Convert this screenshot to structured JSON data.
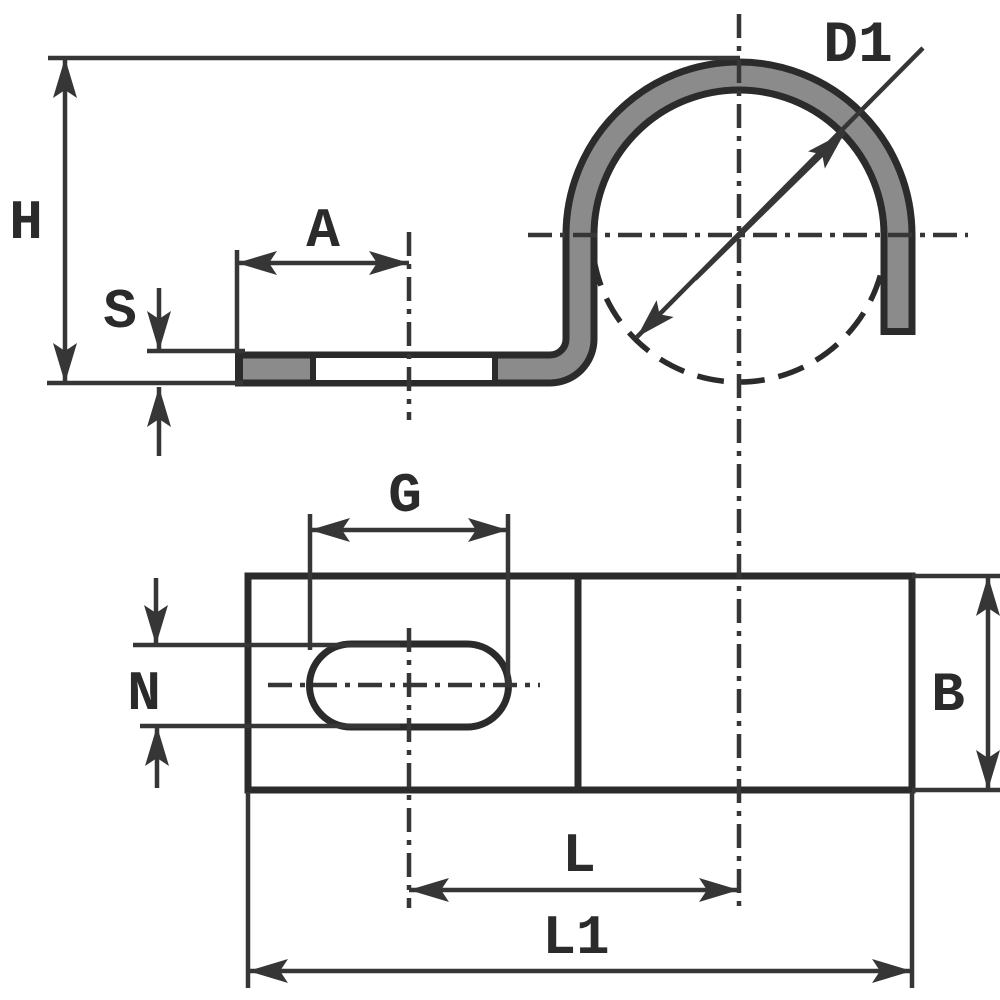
{
  "labels": {
    "H": "H",
    "S": "S",
    "A": "A",
    "D1": "D1",
    "G": "G",
    "N": "N",
    "B": "B",
    "L": "L",
    "L1": "L1"
  },
  "colors": {
    "outline": "#2b2b2b",
    "dimension": "#363636",
    "material": "#8b8b8b",
    "background": "#ffffff"
  }
}
